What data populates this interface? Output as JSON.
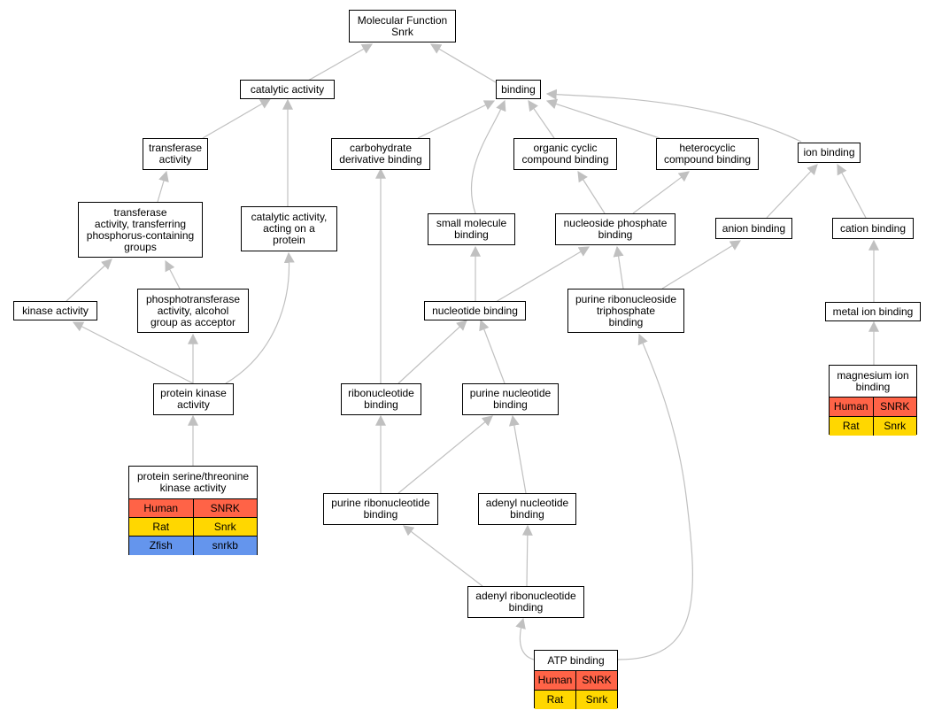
{
  "colors": {
    "edge": "#c0c0c0",
    "Human": "#ff6347",
    "Rat": "#ffd700",
    "Zfish": "#6495ed"
  },
  "nodes": {
    "mf": "Molecular Function\nSnrk",
    "catalytic": "catalytic activity",
    "binding": "binding",
    "transferase": "transferase\nactivity",
    "carbohydrate": "carbohydrate\nderivative binding",
    "organic_cyclic": "organic cyclic\ncompound binding",
    "heterocyclic": "heterocyclic\ncompound binding",
    "ion_binding": "ion binding",
    "transferase_phos": "transferase\nactivity, transferring\nphosphorus-containing\ngroups",
    "cat_protein": "catalytic activity,\nacting on a\nprotein",
    "small_molecule": "small molecule\nbinding",
    "nucleoside_phosphate": "nucleoside phosphate\nbinding",
    "anion": "anion binding",
    "cation": "cation binding",
    "kinase": "kinase activity",
    "phosphotransferase": "phosphotransferase\nactivity, alcohol\ngroup as acceptor",
    "nucleotide": "nucleotide binding",
    "purine_ribonucleoside_tp": "purine ribonucleoside\ntriphosphate\nbinding",
    "metal_ion": "metal ion binding",
    "protein_kinase": "protein kinase\nactivity",
    "ribonucleotide": "ribonucleotide\nbinding",
    "purine_nucleotide": "purine nucleotide\nbinding",
    "purine_ribonucleotide": "purine ribonucleotide\nbinding",
    "adenyl_nucleotide": "adenyl nucleotide\nbinding",
    "adenyl_ribonucleotide": "adenyl ribonucleotide\nbinding"
  },
  "gene_nodes": {
    "serine_threonine": {
      "title": "protein serine/threonine\nkinase activity",
      "rows": [
        {
          "species": "Human",
          "gene": "SNRK"
        },
        {
          "species": "Rat",
          "gene": "Snrk"
        },
        {
          "species": "Zfish",
          "gene": "snrkb"
        }
      ]
    },
    "magnesium": {
      "title": "magnesium ion\nbinding",
      "rows": [
        {
          "species": "Human",
          "gene": "SNRK"
        },
        {
          "species": "Rat",
          "gene": "Snrk"
        }
      ]
    },
    "atp": {
      "title": "ATP binding",
      "rows": [
        {
          "species": "Human",
          "gene": "SNRK"
        },
        {
          "species": "Rat",
          "gene": "Snrk"
        }
      ]
    }
  }
}
